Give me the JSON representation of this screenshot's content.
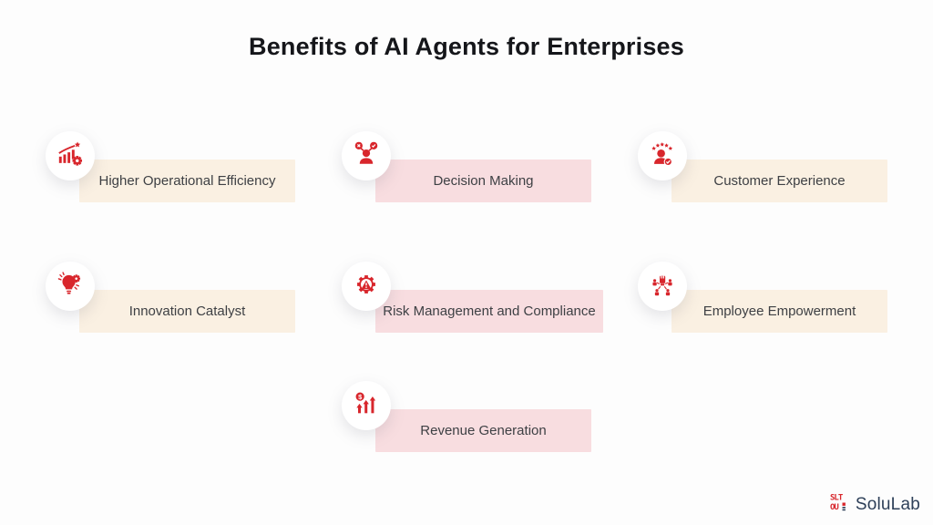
{
  "page": {
    "title": "Benefits of AI Agents for Enterprises",
    "background": "#fdfdfd"
  },
  "colors": {
    "accent_red": "#d8262c",
    "card_cream": "#faf0e2",
    "card_pink": "#f8dde0",
    "label_text": "#3e4044",
    "title_text": "#15161a",
    "logo_navy": "#2e4059"
  },
  "cards": [
    {
      "label": "Higher Operational Efficiency",
      "icon": "growth-chart-gear-icon",
      "variant": "cream"
    },
    {
      "label": "Decision Making",
      "icon": "decision-person-icon",
      "variant": "pink"
    },
    {
      "label": "Customer Experience",
      "icon": "customer-rating-icon",
      "variant": "cream"
    },
    {
      "label": "Innovation Catalyst",
      "icon": "idea-bulb-gear-icon",
      "variant": "cream"
    },
    {
      "label": "Risk Management and Compliance",
      "icon": "warning-gear-icon",
      "variant": "pink"
    },
    {
      "label": "Employee Empowerment",
      "icon": "fist-network-icon",
      "variant": "cream"
    },
    {
      "label": "Revenue Generation",
      "icon": "revenue-arrows-icon",
      "variant": "pink"
    }
  ],
  "footer": {
    "logo_text": "SoluLab"
  }
}
